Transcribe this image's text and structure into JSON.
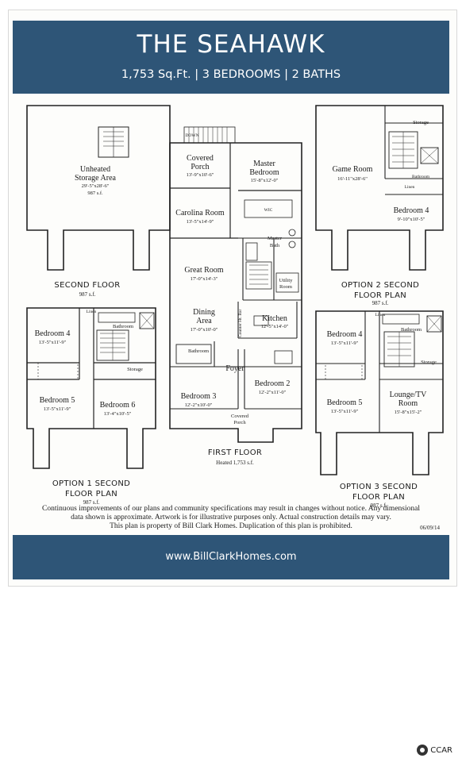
{
  "header": {
    "title": "THE SEAHAWK",
    "subtitle": "1,753 Sq.Ft. | 3 BEDROOMS | 2 BATHS"
  },
  "second_floor": {
    "caption": "SECOND FLOOR",
    "area": "987 s.f.",
    "rooms": {
      "storage_name_1": "Unheated",
      "storage_name_2": "Storage Area",
      "storage_dim": "29'-5\"x28'-6\"",
      "storage_area": "987 s.f."
    }
  },
  "first_floor": {
    "caption": "FIRST FLOOR",
    "area": "Heated 1,753 s.f.",
    "rooms": {
      "down": "DOWN",
      "covered_porch_1": "Covered",
      "covered_porch_2": "Porch",
      "covered_porch_dim": "13'-9\"x10'-6\"",
      "master_1": "Master",
      "master_2": "Bedroom",
      "master_dim": "15'-8\"x12'-0\"",
      "wic": "WIC",
      "carolina": "Carolina Room",
      "carolina_dim": "13'-5\"x14'-9\"",
      "master_bath_1": "Master",
      "master_bath_2": "Bath",
      "great_room": "Great Room",
      "great_room_dim": "17'-0\"x14'-3\"",
      "utility_1": "Utility",
      "utility_2": "Room",
      "dining_1": "Dining",
      "dining_2": "Area",
      "dining_dim": "17'-0\"x10'-0\"",
      "counter": "Counter Ht. Bar",
      "kitchen": "Kitchen",
      "kitchen_dim": "12'-5\"x14'-0\"",
      "bathroom": "Bathroom",
      "foyer": "Foyer",
      "bedroom3": "Bedroom 3",
      "bedroom3_dim": "12'-2\"x10'-0\"",
      "bedroom2": "Bedroom 2",
      "bedroom2_dim": "12'-2\"x11'-0\"",
      "covered_porch2_1": "Covered",
      "covered_porch2_2": "Porch"
    }
  },
  "option1": {
    "caption_1": "OPTION 1 SECOND",
    "caption_2": "FLOOR PLAN",
    "area": "987 s.f.",
    "rooms": {
      "linen": "Linen",
      "bedroom4": "Bedroom 4",
      "bedroom4_dim": "13'-5\"x11'-9\"",
      "bathroom": "Bathroom",
      "storage": "Storage",
      "bedroom5": "Bedroom 5",
      "bedroom5_dim": "13'-5\"x11'-9\"",
      "bedroom6": "Bedroom 6",
      "bedroom6_dim": "13'-4\"x10'-5\""
    }
  },
  "option2": {
    "caption_1": "OPTION 2 SECOND",
    "caption_2": "FLOOR PLAN",
    "area": "987 s.f.",
    "rooms": {
      "storage": "Storage",
      "game_room": "Game Room",
      "game_room_dim": "16'-11\"x28'-6\"",
      "bathroom": "Bathroom",
      "linen": "Linen",
      "bedroom4": "Bedroom 4",
      "bedroom4_dim": "9'-10\"x10'-5\""
    }
  },
  "option3": {
    "caption_1": "OPTION 3 SECOND",
    "caption_2": "FLOOR PLAN",
    "area": "987 s.f.",
    "rooms": {
      "linen": "Linen",
      "bedroom4": "Bedroom 4",
      "bedroom4_dim": "13'-5\"x11'-9\"",
      "bathroom": "Bathroom",
      "storage": "Storage",
      "bedroom5": "Bedroom 5",
      "bedroom5_dim": "13'-5\"x11'-9\"",
      "lounge_1": "Lounge/TV",
      "lounge_2": "Room",
      "lounge_dim": "15'-8\"x15'-2\""
    }
  },
  "disclaimer": {
    "line1": "Continuous improvements of our plans and community specifications may result in changes without notice. Any dimensional",
    "line2": "data shown is approximate. Artwork is for illustrative purposes only. Actual construction details may vary.",
    "line3": "This plan is property of Bill Clark Homes. Duplication of this plan is prohibited."
  },
  "date": "06/09/14",
  "website": "www.BillClarkHomes.com",
  "watermark": "CCAR",
  "colors": {
    "banner": "#2e5577"
  }
}
